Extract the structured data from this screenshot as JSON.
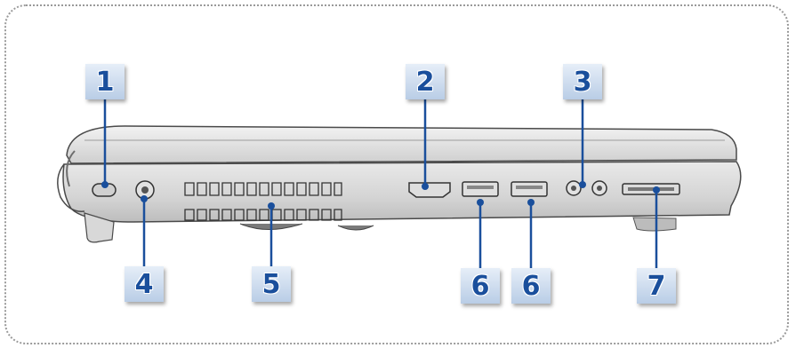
{
  "callouts": {
    "c1": "1",
    "c2": "2",
    "c3": "3",
    "c4": "4",
    "c5": "5",
    "c6a": "6",
    "c6b": "6",
    "c7": "7"
  },
  "colors": {
    "callout_text": "#1a4f9c",
    "callout_bg_top": "#e6eef8",
    "callout_bg_bottom": "#b9cde6",
    "leader_line": "#1a4f9c",
    "frame_border": "#9a9a9a"
  },
  "icons": [
    "kensington-lock-slot",
    "power-jack",
    "vent",
    "hdmi-port",
    "usb-port",
    "audio-jack",
    "card-reader"
  ]
}
